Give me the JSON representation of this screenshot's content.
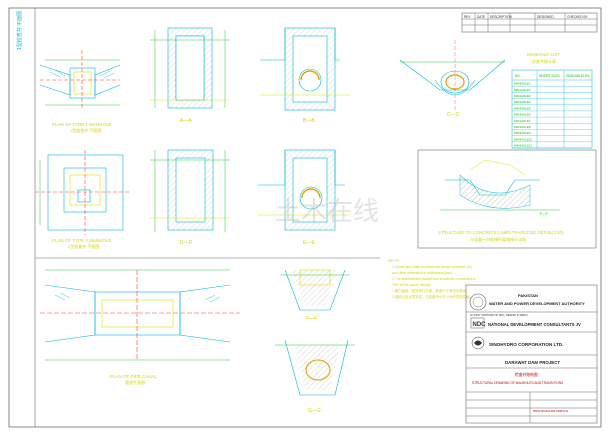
{
  "revision_header": [
    "REV",
    "DATE",
    "DESCRIPTION",
    "DESIGNED",
    "CHECKED BY"
  ],
  "views": {
    "plan_type1": "PLAN OF TYPE 1 MANHOLE",
    "plan_type1_cn": "1型检查井 平面图",
    "section_aa": "A—A",
    "section_bb": "B—B",
    "section_cc": "C—C",
    "plan_type2": "PLAN OF TYPE 2 MANHOLE",
    "plan_type2_cn": "2型检查井 平面图",
    "section_dd": "D—D",
    "section_ee": "E—E",
    "structure_joint": "STRUCTURE TO CONCRETE LINED TRAPEZOID DETAIL(1:20)",
    "structure_joint_cn": "与混凝土衬砌梯形渠道接头详图",
    "section_ff": "F—F",
    "section_gg": "G—G",
    "plan_pipe": "PLAN OF PIPE CANAL",
    "plan_pipe_cn": "管道平面图"
  },
  "manhole_list": {
    "title": "MANHOLE LIST",
    "title_cn": "检查井统计表",
    "headers": [
      "NO.",
      "INVERT ELEV.",
      "GROUND ELEV."
    ],
    "rows": [
      [
        "MANHOLE1",
        "",
        ""
      ],
      [
        "MANHOLE2",
        "",
        ""
      ],
      [
        "MANHOLE3",
        "",
        ""
      ],
      [
        "MANHOLE4",
        "",
        ""
      ],
      [
        "MANHOLE5",
        "",
        ""
      ],
      [
        "MANHOLE6",
        "",
        ""
      ],
      [
        "MANHOLE7",
        "",
        ""
      ],
      [
        "MANHOLE8",
        "",
        ""
      ],
      [
        "MANHOLE9",
        "",
        ""
      ],
      [
        "MANHOLE10",
        "",
        ""
      ],
      [
        "MANHOLE11",
        "",
        ""
      ]
    ]
  },
  "notes": {
    "title": "NOTE:",
    "lines": [
      "1.Levels and chain numbers are shown in meters (m)",
      "  and other dimension in millimeters (mm).",
      "2.The embankment backfill soil should be compacted to",
      "  70% of the nature density.",
      "1.图中高程、桩号单位为米，其余尺寸单位为毫米。",
      "2.回填土应分层夯实，压实度不小于70%天然密实度。"
    ]
  },
  "title_block": {
    "country": "PAKISTAN",
    "authority": "WATER AND POWER DEVELOPMENT AUTHORITY",
    "consultant_small": "(A JOINT VENTURE OF NDC, NESPAK & SMEC)",
    "consultant": "NATIONAL DEVELOPMENT CONSULTANTS JV",
    "contractor": "SINOHYDRO CORPORATION LTD.",
    "project": "DARAWAT DAM PROJECT",
    "drawing_title_cn": "检查井结构图",
    "drawing_title": "STRUCTURAL DRAWING OF MANHOLES AND TRANSITIONS",
    "drawing_no": "DRW-DDAM-DD-DRB-011"
  },
  "watermark": "土木在线",
  "colors": {
    "line": "#00b8d8",
    "text": "#d8d200",
    "dim": "#00c000",
    "border": "#6a6a6a",
    "section": "#d0b0d0"
  }
}
